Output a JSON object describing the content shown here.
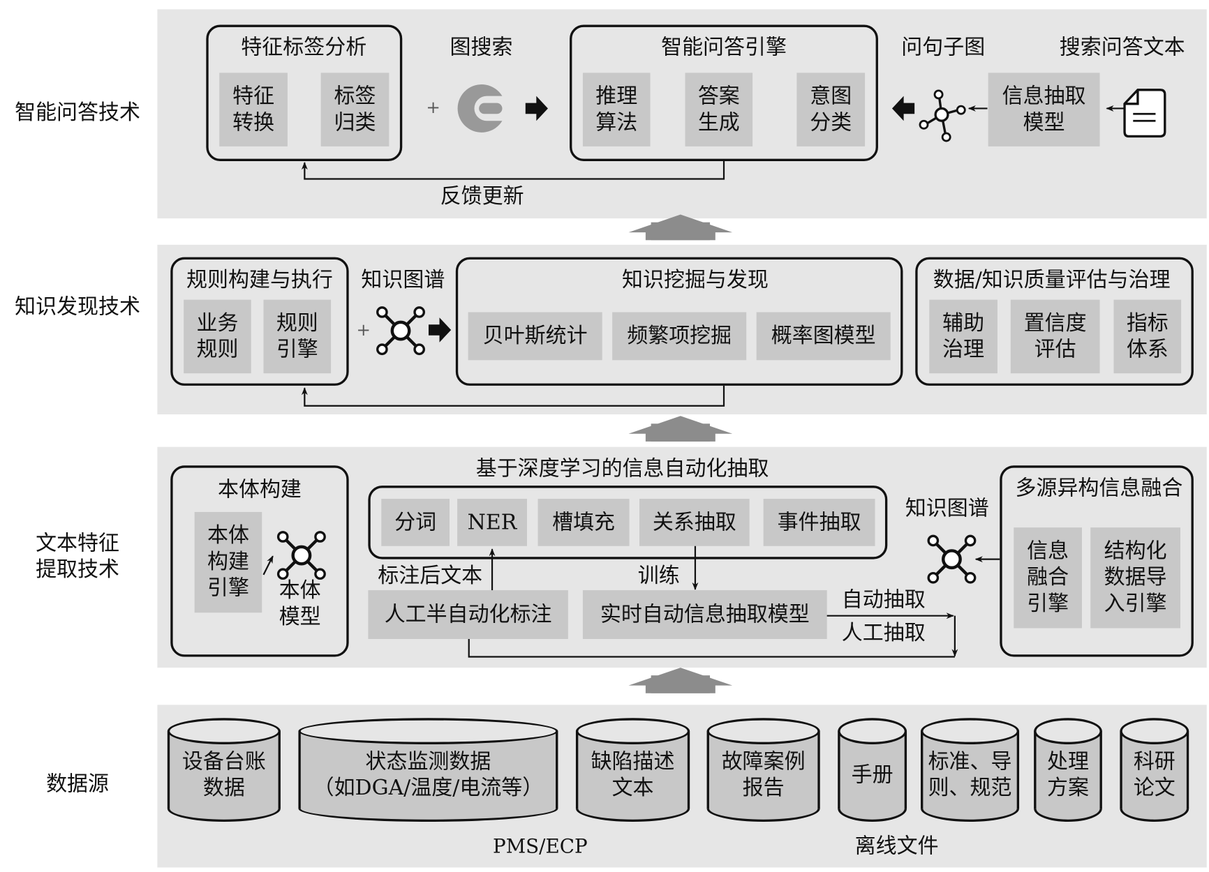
{
  "layers": {
    "qa": {
      "label": "智能问答技术"
    },
    "discovery": {
      "label": "知识发现技术"
    },
    "extraction": {
      "label_line1": "文本特征",
      "label_line2": "提取技术"
    },
    "source": {
      "label": "数据源"
    }
  },
  "qa": {
    "feature_box": {
      "title": "特征标签分析",
      "items": [
        "特征\n转换",
        "标签\n归类"
      ]
    },
    "plus": "+",
    "graph_search": "图搜索",
    "engine_box": {
      "title": "智能问答引擎",
      "items": [
        "推理\n算法",
        "答案\n生成",
        "意图\n分类"
      ]
    },
    "question_subgraph": "问句子图",
    "search_text": "搜索问答文本",
    "info_model": "信息抽取\n模型",
    "feedback": "反馈更新"
  },
  "discovery": {
    "rule_box": {
      "title": "规则构建与执行",
      "items": [
        "业务\n规则",
        "规则\n引擎"
      ]
    },
    "kg_label": "知识图谱",
    "plus": "+",
    "mining_box": {
      "title": "知识挖掘与发现",
      "items": [
        "贝叶斯统计",
        "频繁项挖掘",
        "概率图模型"
      ]
    },
    "quality_box": {
      "title": "数据/知识质量评估与治理",
      "items": [
        "辅助\n治理",
        "置信度\n评估",
        "指标\n体系"
      ]
    }
  },
  "extraction": {
    "ontology_box": {
      "title": "本体构建",
      "engine": "本体\n构建\n引擎",
      "model": "本体\n模型"
    },
    "dl_title": "基于深度学习的信息自动化抽取",
    "dl_items": [
      "分词",
      "NER",
      "槽填充",
      "关系抽取",
      "事件抽取"
    ],
    "annotated_text": "标注后文本",
    "train": "训练",
    "manual_annotation": "人工半自动化标注",
    "realtime_model": "实时自动信息抽取模型",
    "auto_extract": "自动抽取",
    "manual_extract": "人工抽取",
    "kg_label": "知识图谱",
    "fusion_box": {
      "title": "多源异构信息融合",
      "items": [
        "信息\n融合\n引擎",
        "结构化\n数据导\n入引擎"
      ]
    }
  },
  "source": {
    "cylinders": [
      "设备台账\n数据",
      "状态监测数据\n（如DGA/温度/电流等）",
      "缺陷描述\n文本",
      "故障案例\n报告",
      "手册",
      "标准、导\n则、规范",
      "处理\n方案",
      "科研\n论文"
    ],
    "pms": "PMS/ECP",
    "offline": "离线文件"
  },
  "colors": {
    "panel": "#e6e6e6",
    "box": "#c8c8c8",
    "arrow": "#8c8c8c"
  }
}
